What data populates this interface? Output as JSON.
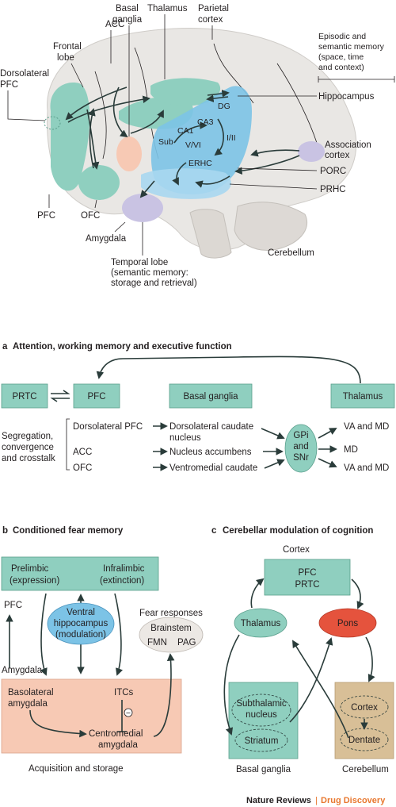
{
  "brain": {
    "labels": {
      "acc": "ACC",
      "frontal": "Frontal",
      "lobe": "lobe",
      "dlpfc_1": "Dorsolateral",
      "dlpfc_2": "PFC",
      "basal_1": "Basal",
      "basal_2": "ganglia",
      "thalamus": "Thalamus",
      "parietal_1": "Parietal",
      "parietal_2": "cortex",
      "episodic_1": "Episodic and",
      "episodic_2": "semantic memory",
      "episodic_3": "(space, time",
      "episodic_4": "and context)",
      "hippocampus": "Hippocampus",
      "dg": "DG",
      "ca3": "CA3",
      "ca1": "CA1",
      "sub": "Sub",
      "vvi": "V/VI",
      "i_ii": "I/II",
      "erhc": "ERHC",
      "assoc_1": "Association",
      "assoc_2": "cortex",
      "porc": "PORC",
      "prhc": "PRHC",
      "pfc": "PFC",
      "ofc": "OFC",
      "amygdala": "Amygdala",
      "temporal_1": "Temporal lobe",
      "temporal_2": "(semantic memory:",
      "temporal_3": "storage and retrieval)",
      "cerebellum": "Cerebellum"
    }
  },
  "panel_a": {
    "letter": "a",
    "title": "Attention, working memory and executive function",
    "boxes": {
      "prtc": "PRTC",
      "pfc": "PFC",
      "basal": "Basal ganglia",
      "thalamus": "Thalamus"
    },
    "left_label": [
      "Segregation,",
      "convergence",
      "and crosstalk"
    ],
    "sources": [
      "Dorsolateral PFC",
      "ACC",
      "OFC"
    ],
    "targets": [
      [
        "Dorsolateral caudate",
        "nucleus"
      ],
      [
        "Nucleus accumbens"
      ],
      [
        "Ventromedial caudate"
      ]
    ],
    "hub": [
      "GPi",
      "and",
      "SNr"
    ],
    "outputs": [
      "VA and MD",
      "MD",
      "VA and MD"
    ]
  },
  "panel_b": {
    "letter": "b",
    "title": "Conditioned fear memory",
    "prelimbic": [
      "Prelimbic",
      "(expression)"
    ],
    "infralimbic": [
      "Infralimbic",
      "(extinction)"
    ],
    "pfc": "PFC",
    "vh": [
      "Ventral",
      "hippocampus",
      "(modulation)"
    ],
    "fear_responses": "Fear responses",
    "brainstem": "Brainstem",
    "fmn": "FMN",
    "pag": "PAG",
    "amygdala": "Amygdala",
    "bla": [
      "Basolateral",
      "amygdala"
    ],
    "itcs": "ITCs",
    "minus": "−",
    "cma": [
      "Centromedial",
      "amygdala"
    ],
    "caption": "Acquisition and storage"
  },
  "panel_c": {
    "letter": "c",
    "title": "Cerebellar modulation of cognition",
    "cortex": "Cortex",
    "pfc": "PFC",
    "prtc": "PRTC",
    "thalamus": "Thalamus",
    "pons": "Pons",
    "stn": [
      "Subthalamic",
      "nucleus"
    ],
    "striatum": "Striatum",
    "cb_cortex": "Cortex",
    "dentate": "Dentate",
    "basal": "Basal ganglia",
    "cerebellum": "Cerebellum"
  },
  "footer": {
    "journal": "Nature Reviews",
    "sep": "|",
    "section": "Drug Discovery"
  },
  "colors": {
    "teal": "#8fcfbf",
    "blue": "#7cc3e6",
    "salmon": "#f7c9b4",
    "lavender": "#c9c3e3",
    "red": "#e5533d",
    "tan": "#d8bf97",
    "orange_text": "#e8772e"
  }
}
